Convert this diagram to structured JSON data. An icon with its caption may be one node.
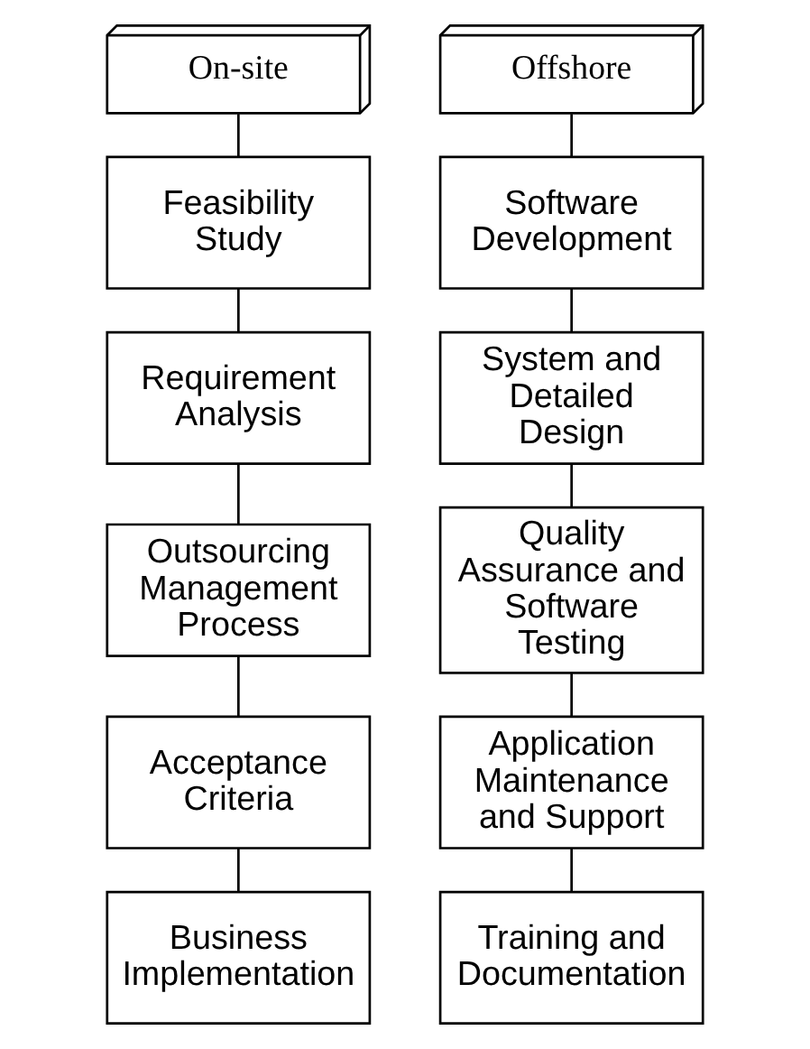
{
  "diagram": {
    "nodes": [
      {
        "text": [
          "On-site"
        ]
      },
      {
        "text": [
          "Feasibility Study"
        ]
      },
      {
        "text": [
          "Requirement Analysis"
        ]
      },
      {
        "text": [
          "Outsourcing Management Process"
        ]
      },
      {
        "text": [
          "Acceptance Criteria"
        ]
      },
      {
        "text": [
          "Business Implementation"
        ]
      },
      {
        "text": [
          "Offshore"
        ]
      },
      {
        "text": [
          "Software Development"
        ]
      },
      {
        "text": [
          "System and Detailed Design"
        ]
      },
      {
        "text": [
          "Quality Assurance and Software Testing"
        ]
      },
      {
        "text": [
          "Application Maintenance and Support"
        ]
      },
      {
        "text": [
          "Training and Documentation"
        ]
      }
    ],
    "edges": [
      {
        "from": 0,
        "to": 1,
        "arrow": "none"
      },
      {
        "from": 1,
        "to": 2,
        "arrow": "none"
      },
      {
        "from": 2,
        "to": 3,
        "arrow": "none"
      },
      {
        "from": 3,
        "to": 4,
        "arrow": "none"
      },
      {
        "from": 4,
        "to": 5,
        "arrow": "none"
      },
      {
        "from": 6,
        "to": 7,
        "arrow": "none"
      },
      {
        "from": 7,
        "to": 8,
        "arrow": "none"
      },
      {
        "from": 8,
        "to": 9,
        "arrow": "none"
      },
      {
        "from": 9,
        "to": 10,
        "arrow": "none"
      },
      {
        "from": 10,
        "to": 11,
        "arrow": "none"
      }
    ]
  }
}
